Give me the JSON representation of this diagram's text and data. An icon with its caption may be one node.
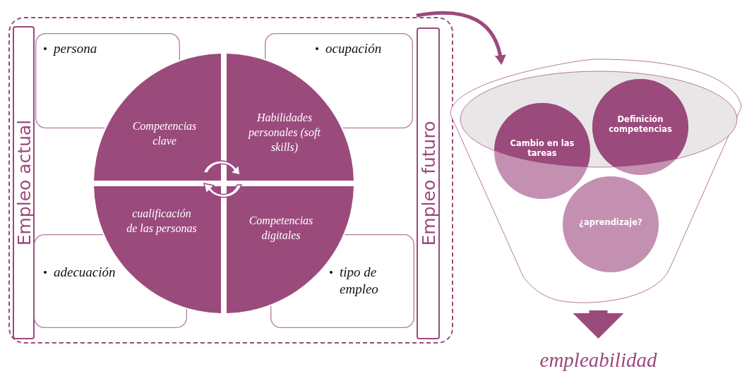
{
  "diagram": {
    "nodes": [
      {
        "text": [],
        "shape": "box"
      },
      {
        "text": [
          "Empleo actual"
        ],
        "in": 0
      },
      {
        "text": [
          "persona"
        ],
        "in": 0
      },
      {
        "text": [
          "ocupación"
        ],
        "in": 0
      },
      {
        "text": [
          "adecuación"
        ],
        "in": 0
      },
      {
        "text": [
          "tipo de empleo"
        ],
        "in": 0
      },
      {
        "text": [
          "Empleo futuro"
        ],
        "in": 0
      },
      {
        "text": [
          "Competencias clave"
        ],
        "in": 0
      },
      {
        "text": [
          "Habilidades personales (soft skills)"
        ],
        "in": 0
      },
      {
        "text": [
          "cualificación de las personas"
        ],
        "in": 0
      },
      {
        "text": [
          "Competencias digitales"
        ],
        "in": 0
      },
      {
        "text": [],
        "shape": "funnel"
      },
      {
        "text": [
          "Cambio en las tareas"
        ],
        "in": 11
      },
      {
        "text": [
          "Definición competencias"
        ],
        "in": 11
      },
      {
        "text": [
          "¿aprendizaje?"
        ],
        "in": 11
      },
      {
        "text": [
          "empleabilidad"
        ]
      }
    ],
    "edges": [
      {
        "from": 0,
        "to": 11,
        "arrow": "to"
      },
      {
        "from": 11,
        "to": 15,
        "arrow": "to",
        "style": "thick"
      }
    ]
  }
}
